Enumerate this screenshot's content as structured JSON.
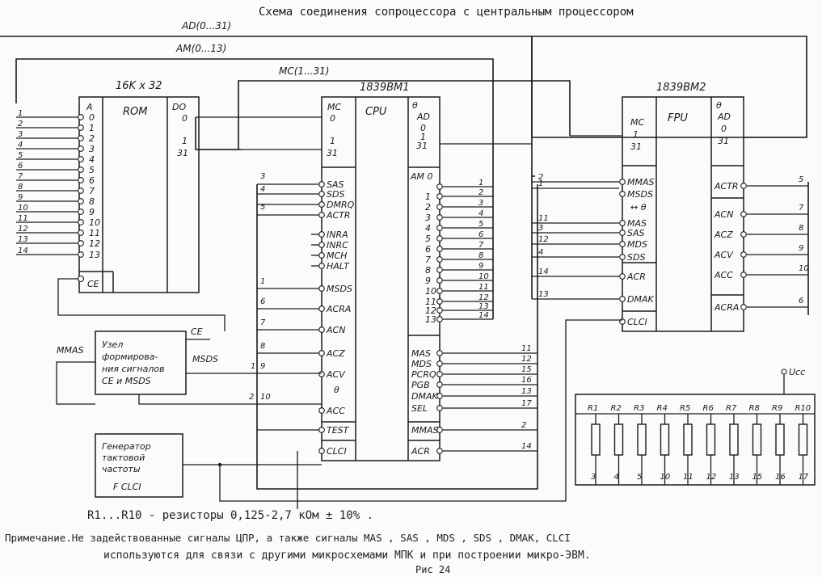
{
  "title": "Схема соединения сопроцессора с центральным процессором",
  "buses": {
    "ad": "AD(0...31)",
    "am": "AM(0...13)",
    "mc": "MC(1...31)"
  },
  "rom": {
    "size": "16K x 32",
    "name": "ROM",
    "left_header": "A",
    "inputs": [
      "0",
      "1",
      "2",
      "3",
      "4",
      "5",
      "6",
      "7",
      "8",
      "9",
      "10",
      "11",
      "12",
      "13"
    ],
    "ce": "CE",
    "out_header": "DO",
    "out_pins": [
      "0",
      "1",
      "31"
    ],
    "line_numbers": [
      "1",
      "2",
      "3",
      "4",
      "5",
      "6",
      "7",
      "8",
      "9",
      "10",
      "11",
      "12",
      "13",
      "14"
    ]
  },
  "cpu": {
    "part": "1839ВМ1",
    "name": "CPU",
    "mc_label": "MC",
    "mc_pins": [
      "0",
      "1",
      "31"
    ],
    "theta": "θ",
    "ad_label": "AD",
    "ad_pins": [
      "0",
      "1",
      "31"
    ],
    "left_pins": [
      "SAS",
      "SDS",
      "DMRQ",
      "ACTR",
      "INRA",
      "INRC",
      "MCH",
      "HALT",
      "MSDS",
      "ACRA",
      "ACN",
      "ACZ",
      "ACV",
      "ACC",
      "TEST",
      "CLCI"
    ],
    "left_numbers": [
      "3",
      "4",
      "5",
      "1",
      "6",
      "7",
      "8",
      "9",
      "10"
    ],
    "am_label": "AM 0",
    "am_pins": [
      "1",
      "2",
      "3",
      "4",
      "5",
      "6",
      "7",
      "8",
      "9",
      "10",
      "11",
      "12",
      "13"
    ],
    "am_numbers": [
      "1",
      "2",
      "3",
      "4",
      "5",
      "6",
      "7",
      "8",
      "9",
      "10",
      "11",
      "12",
      "13",
      "14"
    ],
    "right_pins": [
      "MAS",
      "MDS",
      "PCRQ",
      "PGB",
      "DMAK",
      "SEL",
      "MMAS",
      "ACR"
    ],
    "right_numbers": [
      "11",
      "12",
      "15",
      "16",
      "13",
      "17",
      "2",
      "14"
    ]
  },
  "fpu": {
    "part": "1839ВМ2",
    "name": "FPU",
    "mc_label": "MC",
    "mc_pins": [
      "1",
      "31"
    ],
    "ad_label": "AD",
    "ad_pins": [
      "0",
      "31"
    ],
    "left_pins": [
      "MMAS",
      "MSDS",
      "MAS",
      "SAS",
      "MDS",
      "SDS",
      "ACR",
      "DMAK",
      "CLCI"
    ],
    "left_numbers": [
      "2",
      "1",
      "11",
      "3",
      "12",
      "4",
      "14",
      "13"
    ],
    "right_pins": [
      "ACTR",
      "ACN",
      "ACZ",
      "ACV",
      "ACC",
      "ACRA"
    ],
    "right_numbers": [
      "5",
      "7",
      "8",
      "9",
      "10",
      "6"
    ]
  },
  "former": {
    "label_lines": [
      "Узел",
      "формирова-",
      "ния сигналов",
      "CE и MSDS"
    ],
    "in_label": "MMAS",
    "out_ce": "CE",
    "out_msds": "MSDS",
    "out_nums": [
      "1",
      "2"
    ]
  },
  "clock": {
    "label_lines": [
      "Генератор",
      "тактовой",
      "частоты"
    ],
    "sub": "F CLCI"
  },
  "resistors": {
    "names": [
      "R1",
      "R2",
      "R3",
      "R4",
      "R5",
      "R6",
      "R7",
      "R8",
      "R9",
      "R10"
    ],
    "numbers": [
      "3",
      "4",
      "5",
      "10",
      "11",
      "12",
      "13",
      "15",
      "16",
      "17"
    ],
    "vcc": "Ucc"
  },
  "notes": {
    "resistor_note": "R1...R10 - резисторы 0,125-2,7 кОм ± 10% .",
    "remark_1": "Примечание.Не задействованные сигналы ЦПР, а также сигналы MAS , SAS , MDS , SDS , DMAK, CLCI",
    "remark_2": "используются для связи с другими микросхемами МПК и при построении микро-ЭВМ.",
    "figure": "Рис 24"
  }
}
